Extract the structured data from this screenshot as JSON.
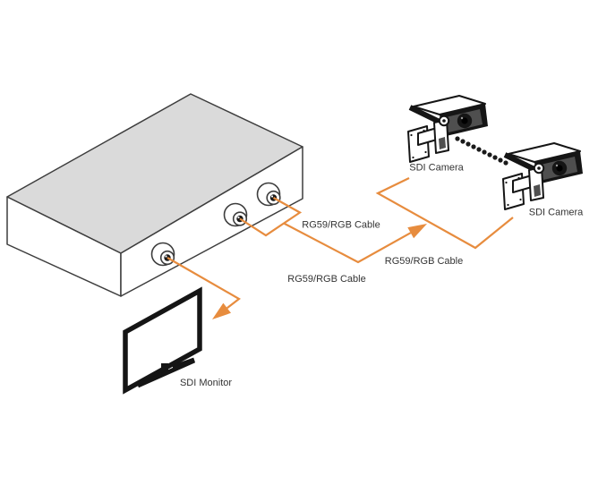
{
  "diagram": {
    "type": "connection-diagram",
    "colors": {
      "cable_orange": "#e78c3e",
      "box_top_gray": "#dadada",
      "outline_gray": "#3d3d3d",
      "artwork_black": "#151515",
      "text": "#333333"
    },
    "nodes": {
      "camera_1": {
        "label": "SDI Camera"
      },
      "camera_2": {
        "label": "SDI Camera"
      },
      "monitor": {
        "label": "SDI Monitor"
      }
    },
    "cables": [
      {
        "label": "RG59/RGB Cable"
      },
      {
        "label": "RG59/RGB Cable"
      },
      {
        "label": "RG59/RGB Cable"
      }
    ]
  }
}
